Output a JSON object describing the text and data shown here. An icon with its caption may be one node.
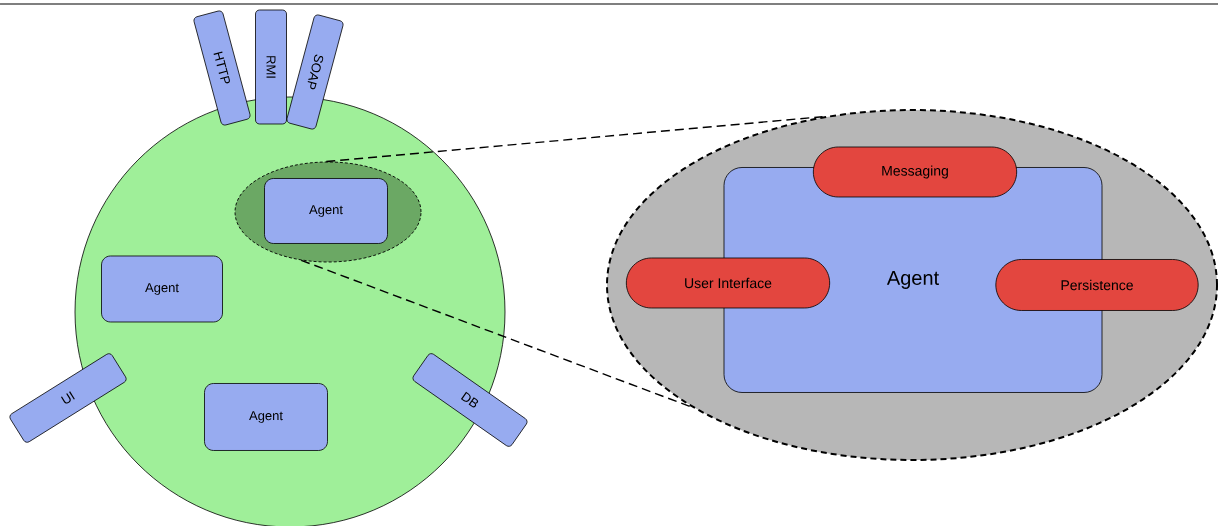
{
  "diagram": {
    "nodes": [
      {
        "text": [
          "HTTP"
        ]
      },
      {
        "text": [
          "RMI"
        ]
      },
      {
        "text": [
          "SOAP"
        ]
      },
      {
        "text": [],
        "shape": "circle"
      },
      {
        "text": [],
        "shape": "ellipse",
        "in": 3
      },
      {
        "text": [
          "Agent"
        ],
        "in": 4
      },
      {
        "text": [
          "Agent"
        ],
        "in": 3
      },
      {
        "text": [
          "UI"
        ]
      },
      {
        "text": [
          "DB"
        ]
      },
      {
        "text": [
          "Agent"
        ],
        "in": 3
      },
      {
        "text": [],
        "shape": "ellipse"
      },
      {
        "text": [
          "Agent"
        ],
        "in": 10
      },
      {
        "text": [
          "Messaging"
        ],
        "in": 10
      },
      {
        "text": [
          "User Interface"
        ],
        "in": 10
      },
      {
        "text": [
          "Persistence"
        ],
        "in": 10
      }
    ],
    "edges": [
      {
        "from": 4,
        "to": 10,
        "arrow": "none",
        "style": "dashed"
      },
      {
        "from": 4,
        "to": 10,
        "arrow": "none",
        "style": "dashed"
      }
    ]
  }
}
